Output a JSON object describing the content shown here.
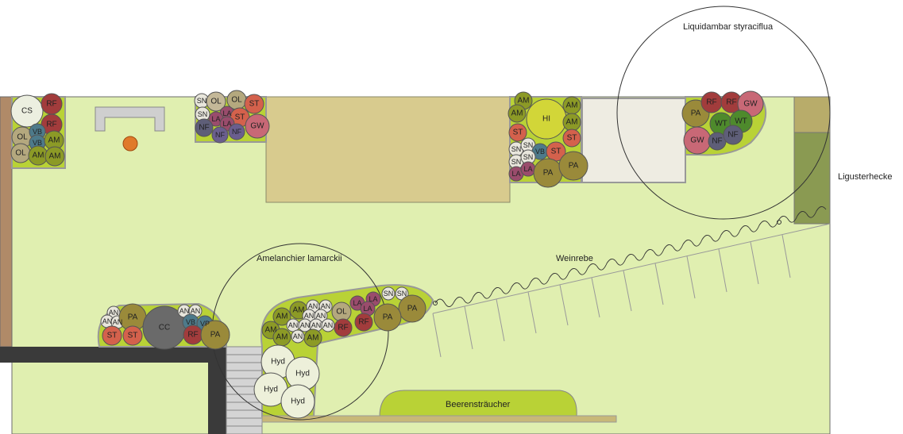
{
  "labels": {
    "liquidambar": "Liquidambar styraciflua",
    "ligusterhecke": "Ligusterhecke",
    "amelanchier": "Amelanchier lamarckii",
    "weinrebe": "Weinrebe",
    "beerenstraeucher": "Beerensträucher"
  },
  "colors": {
    "lawn": "#e0efb0",
    "bed": "#b9d236",
    "terrace": "#d8cb8e",
    "pavement": "#eeece2",
    "hedge": "#8a9a52",
    "hedge_top": "#b8ac6a",
    "fence": "#b08a68",
    "house": "#3a3a3a"
  },
  "plant_codes": {
    "RF": "RF",
    "CS": "CS",
    "OL": "OL",
    "VB": "VB",
    "AM": "AM",
    "SN": "SN",
    "LA": "LA",
    "NF": "NF",
    "ST": "ST",
    "GW": "GW",
    "HI": "HI",
    "PA": "PA",
    "WT": "WT",
    "CC": "CC",
    "AN": "AN",
    "VP": "VP",
    "Hyd": "Hyd"
  }
}
